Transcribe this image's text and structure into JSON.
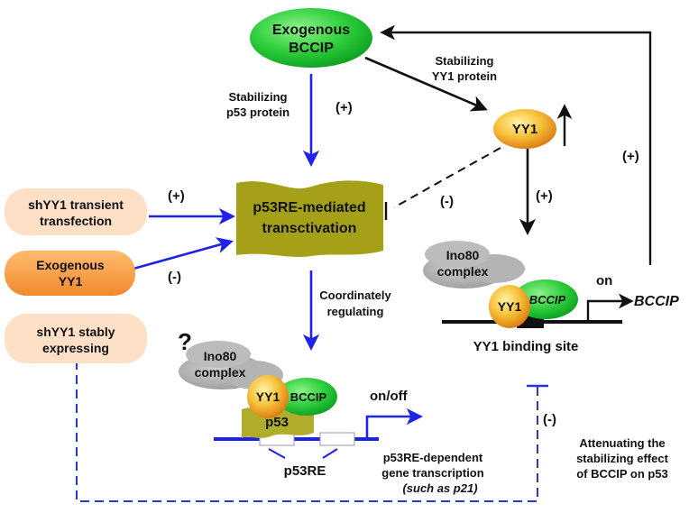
{
  "colors": {
    "positive_arrow": "#1f22e8",
    "black": "#111111",
    "dashed_blue": "#2a35d8",
    "green_top": "#44e24c",
    "green_dark": "#0a9e1f",
    "yy1_light": "#ffe06a",
    "yy1_dark": "#e3891a",
    "peach_box": "#fde0c6",
    "orange_box": "#f49a42",
    "olive_banner": "#a4a017",
    "gray_cloud": "#a8a8a8",
    "olive_p53": "#b0ad2b",
    "dna_blue": "#1e22e6"
  },
  "nodes": {
    "exo_bccip_top": [
      "Exogenous",
      "BCCIP"
    ],
    "yy1_right": "YY1",
    "p53re_banner": [
      "p53RE-mediated",
      "transctivation"
    ],
    "shyy1_transient": [
      "shYY1 transient",
      "transfection"
    ],
    "exo_yy1": [
      "Exogenous",
      "YY1"
    ],
    "shyy1_stably": [
      "shYY1 stably",
      "expressing"
    ],
    "ino80_right": [
      "Ino80",
      "complex"
    ],
    "yy1_right_complex": "YY1",
    "bccip_right_complex": "BCCIP",
    "on_label": "on",
    "bccip_gene": "BCCIP",
    "yy1_binding_site": "YY1 binding site",
    "question_mark": "?",
    "ino80_bottom": [
      "Ino80",
      "complex"
    ],
    "yy1_bottom": "YY1",
    "bccip_bottom": "BCCIP",
    "p53_bottom": "p53",
    "on_off_label": "on/off",
    "p53re_label": "p53RE",
    "p53re_dependent": [
      "p53RE-dependent",
      "gene transcription"
    ],
    "such_as_p21": "(such as p21)"
  },
  "edge_labels": {
    "stab_yy1": [
      "Stabilizing",
      "YY1 protein"
    ],
    "stab_p53": [
      "Stabilizing",
      "p53 protein"
    ],
    "plus_p53": "(+)",
    "minus_yy1_dashed": "(-)",
    "plus_shyy1": "(+)",
    "minus_exo": "(-)",
    "plus_yy1_down": "(+)",
    "plus_feedback": "(+)",
    "coord_regulating": [
      "Coordinately",
      "regulating"
    ],
    "minus_attenuate": "(-)",
    "attenuating": [
      "Attenuating the",
      "stabilizing effect",
      "of BCCIP on p53"
    ]
  }
}
